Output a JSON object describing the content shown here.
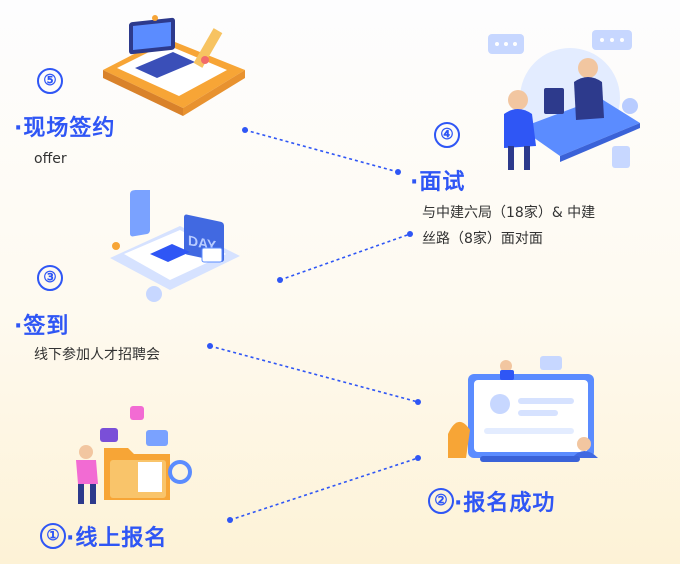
{
  "steps": [
    {
      "num": "⑤",
      "title": "·现场签约",
      "desc": "offer"
    },
    {
      "num": "④",
      "title": "·面试",
      "desc_line1": "与中建六局（18家）& 中建",
      "desc_line2": "丝路（8家）面对面"
    },
    {
      "num": "③",
      "title": "·签到",
      "desc": "线下参加人才招聘会"
    },
    {
      "num": "②",
      "title": "·报名成功"
    },
    {
      "num": "①",
      "title": "·线上报名"
    }
  ],
  "colors": {
    "accent": "#2f56f5",
    "text": "#333333",
    "orange": "#f7a536"
  }
}
